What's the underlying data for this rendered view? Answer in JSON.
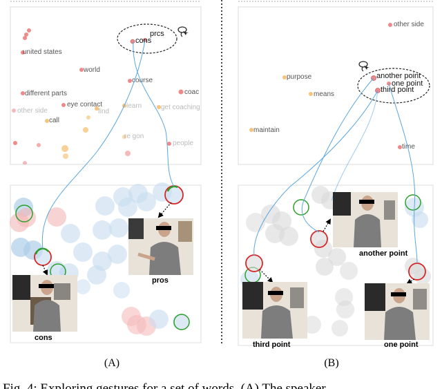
{
  "panel_a": {
    "label": "(A)",
    "selected_words": [
      "prcs",
      "cons"
    ],
    "words": [
      {
        "text": "united states",
        "faint": false
      },
      {
        "text": "world",
        "faint": false
      },
      {
        "text": "course",
        "faint": false
      },
      {
        "text": "coac",
        "faint": false
      },
      {
        "text": "different parts",
        "faint": false
      },
      {
        "text": "eye contact",
        "faint": false
      },
      {
        "text": "find",
        "faint": true
      },
      {
        "text": "learn",
        "faint": true
      },
      {
        "text": "get coaching",
        "faint": true
      },
      {
        "text": "other side",
        "faint": true
      },
      {
        "text": "call",
        "faint": false
      },
      {
        "text": "re gon",
        "faint": true
      },
      {
        "text": "people",
        "faint": true
      }
    ],
    "thumbnails": [
      "cons",
      "pros"
    ]
  },
  "panel_b": {
    "label": "(B)",
    "selected_words": [
      "another point",
      "one point",
      "third point"
    ],
    "words": [
      {
        "text": "other side",
        "faint": false
      },
      {
        "text": "purpose",
        "faint": false
      },
      {
        "text": "means",
        "faint": false
      },
      {
        "text": "maintain",
        "faint": false
      },
      {
        "text": "time",
        "faint": false
      }
    ],
    "thumbnails": [
      "another point",
      "third point",
      "one point"
    ]
  },
  "caption": "Fig. 4: Exploring gestures for a set of words. (A) The speaker",
  "colors": {
    "word_red": "#f08a8a",
    "word_orange": "#f6c47e",
    "curve": "#5aa7e0",
    "ring_red": "#d62728",
    "ring_green": "#2ca02c"
  }
}
